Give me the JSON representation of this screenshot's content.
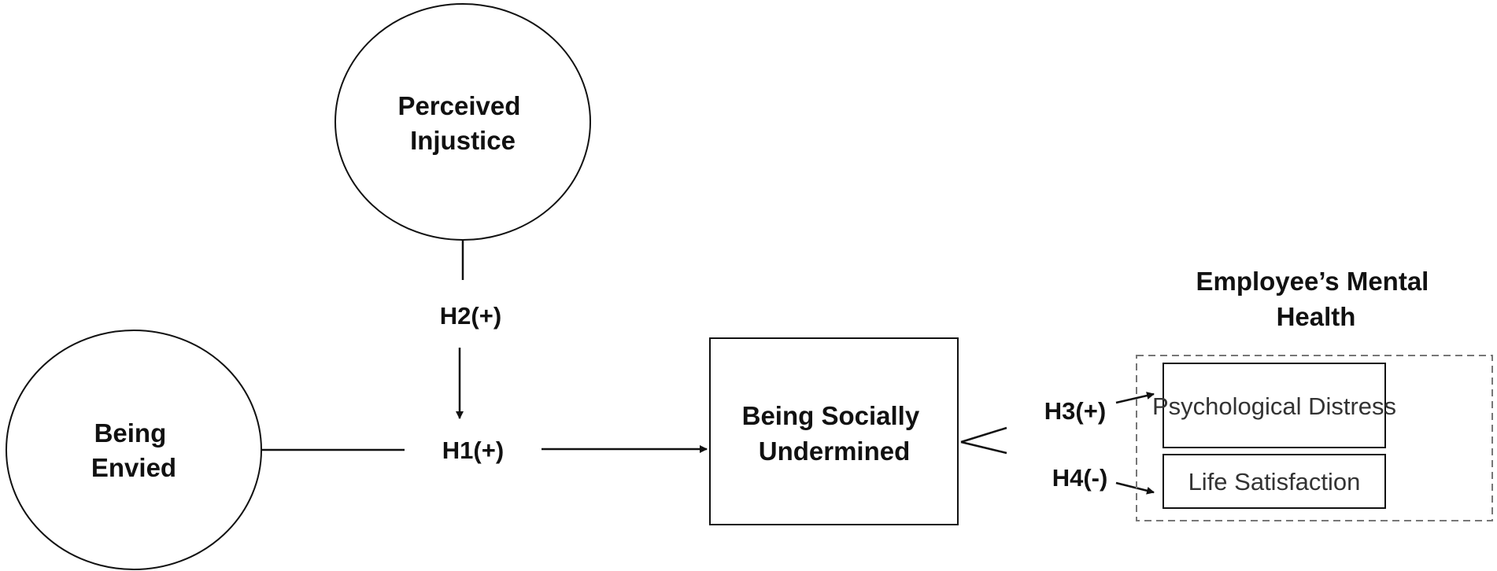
{
  "constructs": {
    "perceived_injustice": [
      "Perceived",
      "Injustice"
    ],
    "being_envied": [
      "Being",
      "Envied"
    ],
    "being_socially_undermined": [
      "Being Socially",
      "Undermined"
    ]
  },
  "hypotheses": {
    "h1": "H1(+)",
    "h2": "H2(+)",
    "h3": "H3(+)",
    "h4": "H4(-)"
  },
  "outcome_group": {
    "title": [
      "Employee’s Mental",
      "Health"
    ],
    "items": [
      "Psychological Distress",
      "Life Satisfaction"
    ]
  },
  "colors": {
    "stroke": "#111111",
    "dashed_border": "#777777",
    "text": "#111111",
    "outcome_text": "#333333"
  }
}
